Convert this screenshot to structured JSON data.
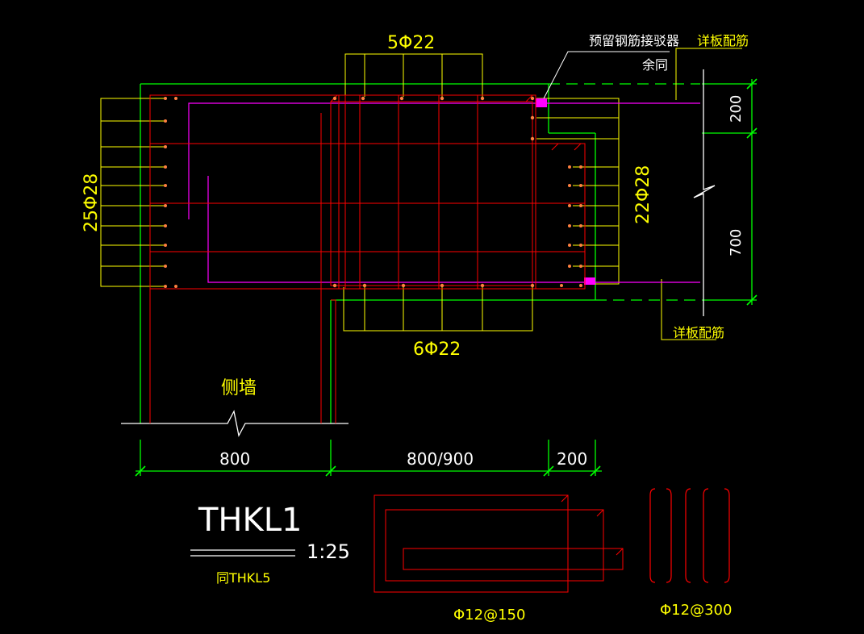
{
  "drawing": {
    "colors": {
      "background": "#000000",
      "rebar": "#ff0000",
      "outline": "#00ff00",
      "annotation": "#ffff00",
      "label_text": "#ffffff",
      "connector": "#ff00ff"
    },
    "labels": {
      "top_bars": "5Φ22",
      "bottom_bars": "6Φ22",
      "left_side_bars": "25Φ28",
      "right_side_bars": "22Φ28",
      "connector_note_line1": "预留钢筋接驳器",
      "connector_note_line2": "余同",
      "slab_rebar_top": "详板配筋",
      "slab_rebar_bottom": "详板配筋",
      "side_wall": "侧墙",
      "dim_right_top": "200",
      "dim_right_bottom": "700",
      "dim_bottom_1": "800",
      "dim_bottom_2": "800/900",
      "dim_bottom_3": "200",
      "beam_title": "THKL1",
      "scale": "1:25",
      "same_as": "同THKL5",
      "stirrup_note": "Φ12@150",
      "tie_note": "Φ12@300"
    }
  }
}
